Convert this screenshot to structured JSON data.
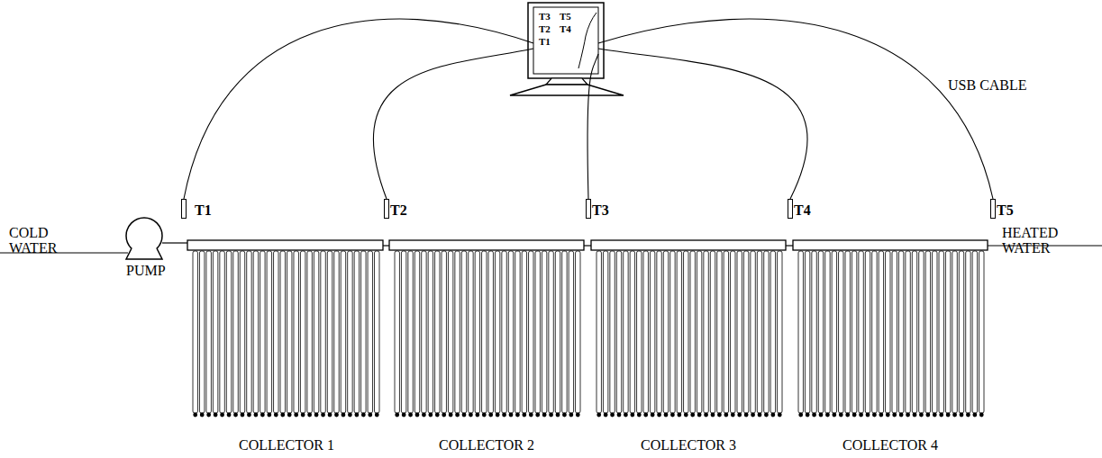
{
  "diagram": {
    "nodes": [
      {
        "text": [
          "T3",
          "T5",
          "T2",
          "T4",
          "T1"
        ]
      },
      {
        "text": [
          "T1"
        ]
      },
      {
        "text": [
          "T2"
        ]
      },
      {
        "text": [
          "T3"
        ]
      },
      {
        "text": [
          "T4"
        ]
      },
      {
        "text": [
          "T5"
        ]
      }
    ],
    "edges": [
      {
        "from": 1,
        "to": 0,
        "arrow": "none"
      },
      {
        "from": 2,
        "to": 0,
        "arrow": "none"
      },
      {
        "from": 3,
        "to": 0,
        "arrow": "none"
      },
      {
        "from": 4,
        "to": 0,
        "arrow": "none"
      },
      {
        "from": 5,
        "to": 0,
        "arrow": "none"
      }
    ],
    "labels": [
      "COLD WATER",
      "PUMP",
      "HEATED WATER",
      "USB CABLE",
      "COLLECTOR 1",
      "COLLECTOR 2",
      "COLLECTOR 3",
      "COLLECTOR 4"
    ]
  }
}
